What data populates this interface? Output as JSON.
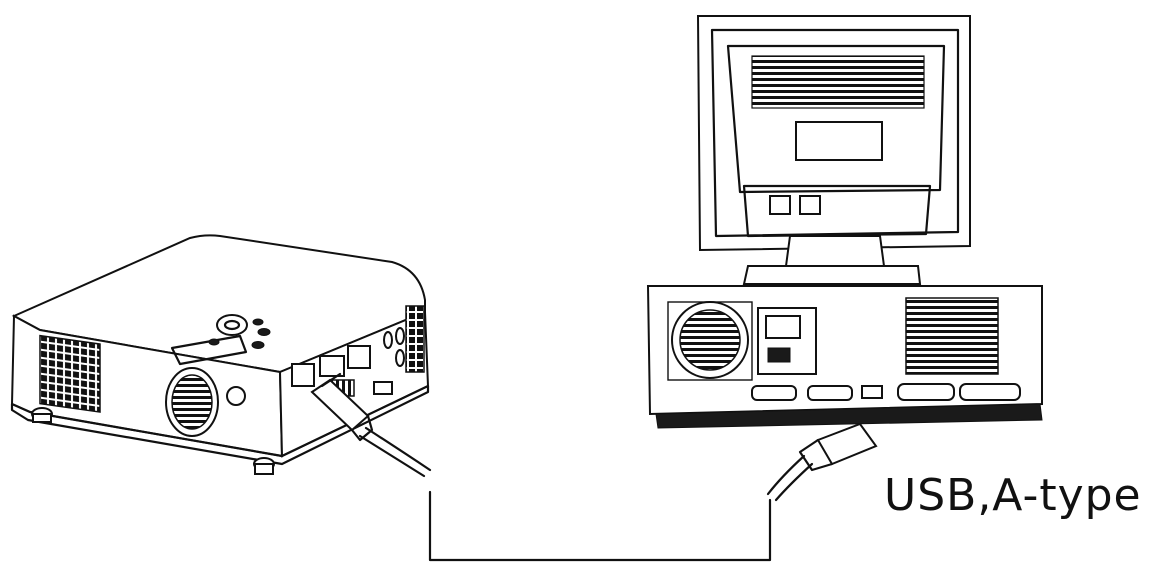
{
  "connection_label": "USB,A-type",
  "colors": {
    "line": "#111111",
    "background": "#ffffff"
  },
  "objects": [
    "projector",
    "computer-monitor",
    "computer-tower",
    "usb-cable"
  ]
}
